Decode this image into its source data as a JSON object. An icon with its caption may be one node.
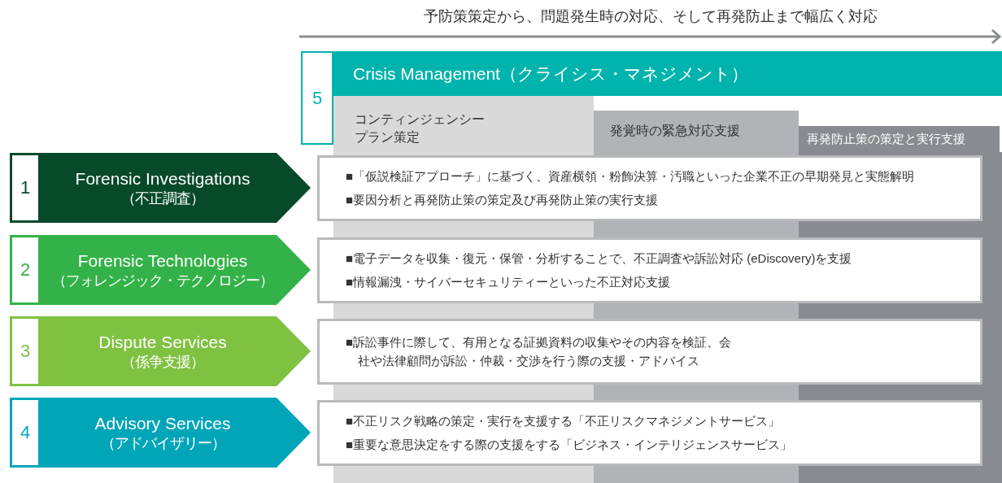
{
  "diagram": {
    "nodes": [
      {
        "text": [
          "5",
          "Crisis Management（クライシス・マネジメント）"
        ]
      },
      {
        "text": [
          "コンティンジェンシープラン策定"
        ],
        "in": 0
      },
      {
        "text": [
          "発覚時の緊急対応支援"
        ],
        "in": 0
      },
      {
        "text": [
          "再発防止策の策定と実行支援"
        ],
        "in": 0
      },
      {
        "text": [
          "1",
          "Forensic Investigations",
          "（不正調査）"
        ]
      },
      {
        "text": [
          "■「仮説検証アプローチ」に基づく、資産横領・粉飾決算・汚職といった企業不正の早期発見と実態解明",
          "■要因分析と再発防止策の策定及び再発防止策の実行支援"
        ]
      },
      {
        "text": [
          "2",
          "Forensic Technologies",
          "（フォレンジック・テクノロジー）"
        ]
      },
      {
        "text": [
          "■電子データを収集・復元・保管・分析することで、不正調査や訴訟対応 (eDiscovery)を支援",
          "■情報漏洩・サイバーセキュリティーといった不正対応支援"
        ]
      },
      {
        "text": [
          "3",
          "Dispute Services",
          "（係争支援）"
        ]
      },
      {
        "text": [
          "■訴訟事件に際して、有用となる証拠資料の収集やその内容を検証、会社や法律顧問が訴訟・仲裁・交渉を行う際の支援・アドバイス"
        ]
      },
      {
        "text": [
          "4",
          "Advisory Services",
          "（アドバイザリー）"
        ]
      },
      {
        "text": [
          "■不正リスク戦略の策定・実行を支援する「不正リスクマネジメントサービス」",
          "■重要な意思決定をする際の支援をする「ビジネス・インテリジェンスサービス」"
        ]
      }
    ],
    "labels": [
      "予防策策定から、問題発生時の対応、そして再発防止まで幅広く対応"
    ]
  }
}
